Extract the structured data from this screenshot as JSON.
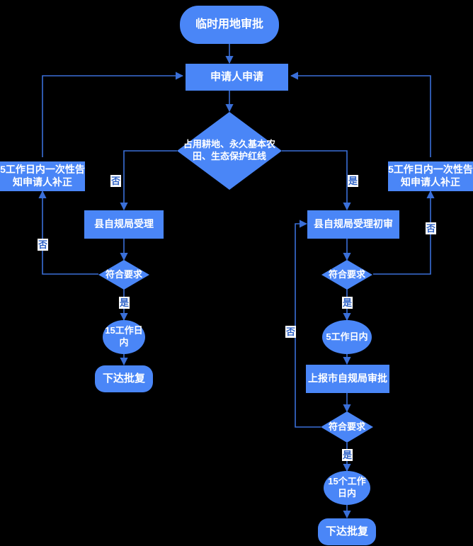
{
  "diagram": {
    "title": "临时用地审批",
    "accent_color": "#4a86f7",
    "edge_color": "#3a6fd8",
    "label_text_color": "#2f63c7",
    "background": "#000000",
    "node_text_color": "#ffffff"
  },
  "nodes": {
    "start": "临时用地审批",
    "apply": "申请人申请",
    "decision_main": "占用耕地、永久基本农田、生态保护红线",
    "supplement_left": "5工作日内一次性告知申请人补正",
    "supplement_right": "5工作日内一次性告知申请人补正",
    "county_accept": "县自规局受理",
    "county_accept_review": "县自规局受理初审",
    "check_left": "符合要求",
    "check_right": "符合要求",
    "check_city": "符合要求",
    "days15_left": "15工作日内",
    "days5_right": "5工作日内",
    "report_city": "上报市自规局审批",
    "days15_city": "15个工作日内",
    "reply_left": "下达批复",
    "reply_right": "下达批复"
  },
  "edge_labels": {
    "no_to_county": "否",
    "yes_to_review": "是",
    "no_left_rail": "否",
    "no_right_rail": "否",
    "yes_left_days15": "是",
    "yes_right_days5": "是",
    "no_city_loop": "否",
    "yes_city_days15": "是"
  }
}
